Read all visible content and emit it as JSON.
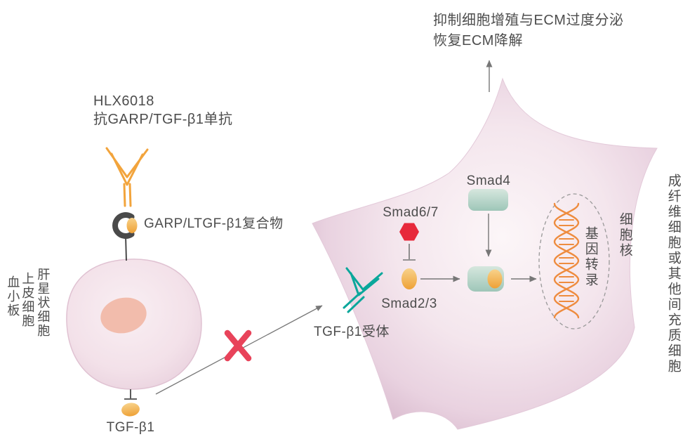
{
  "top_annotation": {
    "line1": "抑制细胞增殖与ECM过度分泌",
    "line2": "恢复ECM降解"
  },
  "hlx6018": {
    "name": "HLX6018",
    "description": "抗GARP/TGF-β1单抗"
  },
  "complex_label": "GARP/LTGF-β1复合物",
  "source_cell_labels": [
    "肝星状细胞",
    "上皮细胞",
    "血小板"
  ],
  "ligand_label": "TGF-β1",
  "receptor_label": "TGF-β1受体",
  "signaling": {
    "smad67": "Smad6/7",
    "smad23": "Smad2/3",
    "smad4": "Smad4"
  },
  "nucleus": {
    "gene_transcription": "基因转录",
    "label": "细胞核"
  },
  "target_cell_label": "成纤维细胞或其他间充质细胞",
  "colors": {
    "antibody_orange": "#F2A43C",
    "receptor_teal": "#0AA79B",
    "block_red": "#E8435A",
    "inhibitor_red": "#E7293B",
    "dna_orange": "#EE8C3F",
    "arrow_gray": "#777777",
    "text": "#4D4D4D"
  }
}
